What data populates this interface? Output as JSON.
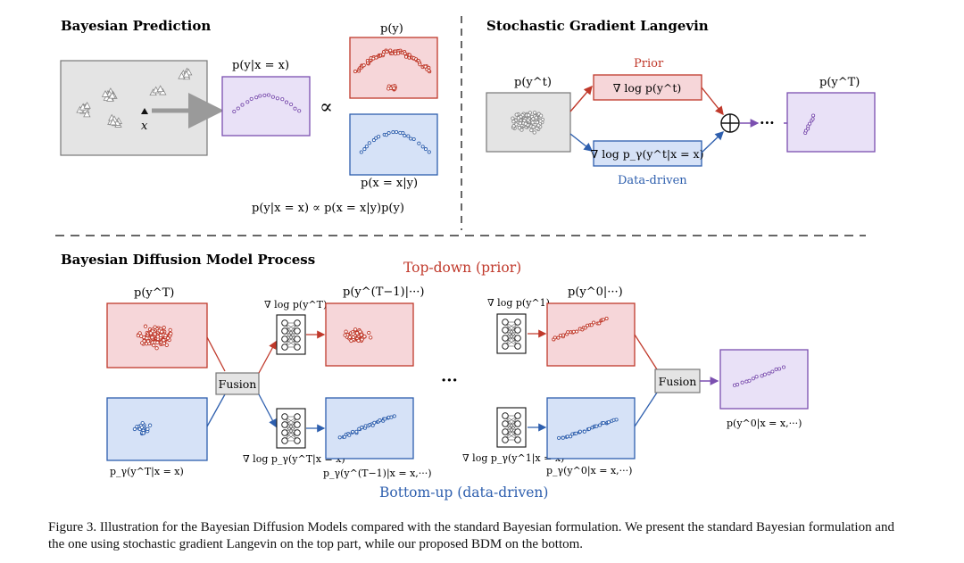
{
  "colors": {
    "prior_red": "#c0392b",
    "prior_fill": "#f6d6d9",
    "data_blue": "#2e5fae",
    "data_fill": "#d6e2f7",
    "purple_stroke": "#7b4fb0",
    "purple_fill": "#e9e1f7",
    "gray_fill": "#e4e4e4"
  },
  "top_left": {
    "title": "Bayesian Prediction",
    "posterior_label": "p(y|x = x)",
    "proportional_symbol": "∝",
    "prior_label": "p(y)",
    "likelihood_label": "p(x = x|y)",
    "equation": "p(y|x = x) ∝ p(x = x|y)p(y)",
    "input_label": "x"
  },
  "top_right": {
    "title": "Stochastic Gradient Langevin",
    "prior_caption": "Prior",
    "prior_term": "∇ log p(y^t)",
    "state_label": "p(y^t)",
    "data_term": "∇ log p_γ(y^t|x = x)",
    "data_caption": "Data-driven",
    "output_label": "p(y^T)",
    "ellipsis": "···"
  },
  "bottom": {
    "title": "Bayesian Diffusion Model Process",
    "top_down_label": "Top-down (prior)",
    "bottom_up_label": "Bottom-up (data-driven)",
    "prior_start_label": "p(y^T)",
    "data_start_label": "p_γ(y^T|x = x)",
    "grad_prior_T": "∇ log p(y^T)",
    "grad_data_T": "∇ log p_γ(y^T|x = x)",
    "prior_next_label": "p(y^(T−1)|···)",
    "data_next_label": "p_γ(y^(T−1)|x = x,···)",
    "grad_prior_1": "∇ log p(y^1)",
    "grad_data_1": "∇ log p_γ(y^1|x = x)",
    "prior_final_label": "p(y^0|···)",
    "data_final_label": "p_γ(y^0|x = x,···)",
    "fusion_label": "Fusion",
    "fusion2_label": "Fusion",
    "output_label": "p(y^0|x = x,···)",
    "ellipsis": "···"
  },
  "caption": {
    "text": "Figure 3.  Illustration for the Bayesian Diffusion Models compared with the standard Bayesian formulation.  We present the standard Bayesian formulation and the one using stochastic gradient Langevin on the top part, while our proposed BDM on the bottom."
  }
}
